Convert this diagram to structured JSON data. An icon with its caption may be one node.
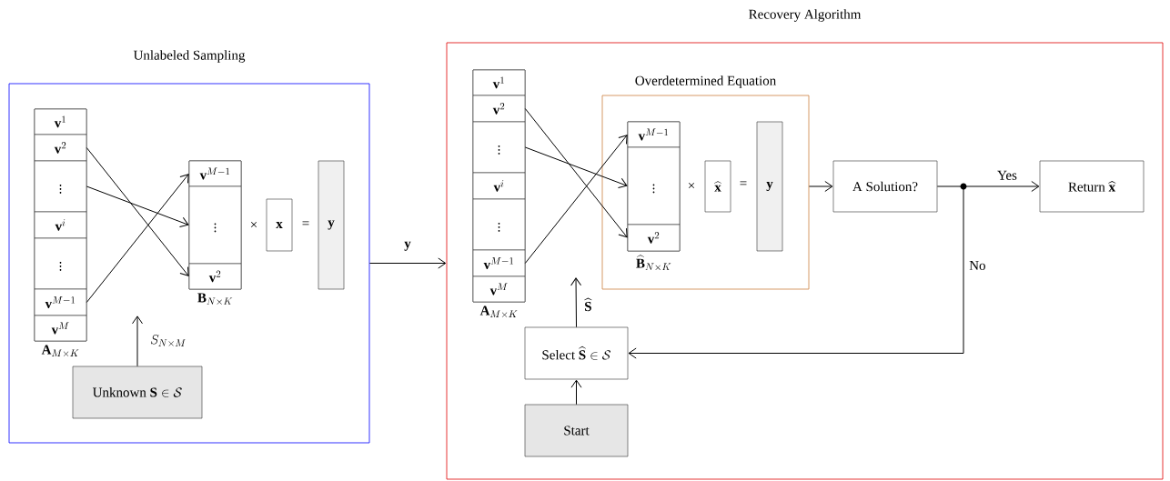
{
  "diagram": {
    "nodes": [
      {
        "text": [
          "Unlabeled Sampling"
        ]
      },
      {
        "text": [
          "\\mathbf{A}_{M\\times K}"
        ],
        "in": 0
      },
      {
        "text": [
          "\\mathbf{v}^{1}"
        ],
        "in": 1
      },
      {
        "text": [
          "\\mathbf{v}^{2}"
        ],
        "in": 1
      },
      {
        "text": [
          "\\vdots"
        ],
        "in": 1
      },
      {
        "text": [
          "\\mathbf{v}^{i}"
        ],
        "in": 1
      },
      {
        "text": [
          "\\vdots"
        ],
        "in": 1
      },
      {
        "text": [
          "\\mathbf{v}^{M-1}"
        ],
        "in": 1
      },
      {
        "text": [
          "\\mathbf{v}^{M}"
        ],
        "in": 1
      },
      {
        "text": [
          "\\mathbf{B}_{N\\times K}"
        ],
        "in": 0
      },
      {
        "text": [
          "\\mathbf{v}^{M-1}"
        ],
        "in": 9
      },
      {
        "text": [
          "\\vdots"
        ],
        "in": 9
      },
      {
        "text": [
          "\\mathbf{v}^{2}"
        ],
        "in": 9
      },
      {
        "text": [
          "\\mathbf{x}"
        ],
        "in": 0
      },
      {
        "text": [
          "\\mathbf{y}"
        ],
        "in": 0
      },
      {
        "text": [
          "\\text{Unknown }\\mathbf{S}\\in\\mathcal{S}"
        ],
        "in": 0
      },
      {
        "text": [
          "Recovery Algorithm"
        ]
      },
      {
        "text": [
          "\\mathbf{A}_{M\\times K}"
        ],
        "in": 16
      },
      {
        "text": [
          "\\mathbf{v}^{1}"
        ],
        "in": 17
      },
      {
        "text": [
          "\\mathbf{v}^{2}"
        ],
        "in": 17
      },
      {
        "text": [
          "\\vdots"
        ],
        "in": 17
      },
      {
        "text": [
          "\\mathbf{v}^{i}"
        ],
        "in": 17
      },
      {
        "text": [
          "\\vdots"
        ],
        "in": 17
      },
      {
        "text": [
          "\\mathbf{v}^{M-1}"
        ],
        "in": 17
      },
      {
        "text": [
          "\\mathbf{v}^{M}"
        ],
        "in": 17
      },
      {
        "text": [
          "Overdetermined Equation"
        ],
        "in": 16
      },
      {
        "text": [
          "\\widehat{\\mathbf{B}}_{N\\times K}"
        ],
        "in": 25
      },
      {
        "text": [
          "\\mathbf{v}^{M-1}"
        ],
        "in": 26
      },
      {
        "text": [
          "\\vdots"
        ],
        "in": 26
      },
      {
        "text": [
          "\\mathbf{v}^{2}"
        ],
        "in": 26
      },
      {
        "text": [
          "\\widehat{\\mathbf{x}}"
        ],
        "in": 25
      },
      {
        "text": [
          "\\mathbf{y}"
        ],
        "in": 25
      },
      {
        "text": [
          "A Solution?"
        ],
        "in": 16
      },
      {
        "text": [],
        "shape": "circle",
        "in": 16
      },
      {
        "text": [
          "\\text{Return }\\widehat{\\mathbf{x}}"
        ],
        "in": 16
      },
      {
        "text": [
          "\\text{Select }\\widehat{\\mathbf{S}}\\in\\mathcal{S}"
        ],
        "in": 16
      },
      {
        "text": [
          "Start"
        ],
        "in": 16
      }
    ],
    "edges": [
      {
        "from": 3,
        "to": 12,
        "arrow": "to"
      },
      {
        "from": 4,
        "to": 11,
        "arrow": "to"
      },
      {
        "from": 7,
        "to": 10,
        "arrow": "to"
      },
      {
        "from": 15,
        "to": null,
        "arrow": "to",
        "label": "S_{N\\times M}"
      },
      {
        "from": 0,
        "to": 16,
        "arrow": "to",
        "label": "\\mathbf{y}"
      },
      {
        "from": 19,
        "to": 29,
        "arrow": "to"
      },
      {
        "from": 20,
        "to": 28,
        "arrow": "to"
      },
      {
        "from": 23,
        "to": 27,
        "arrow": "to"
      },
      {
        "from": 25,
        "to": 32,
        "arrow": "to"
      },
      {
        "from": 32,
        "to": 33,
        "arrow": "none"
      },
      {
        "from": 33,
        "to": 34,
        "arrow": "to",
        "label": "Yes"
      },
      {
        "from": 33,
        "to": 35,
        "arrow": "to",
        "label": "No"
      },
      {
        "from": 36,
        "to": 35,
        "arrow": "to"
      },
      {
        "from": 35,
        "to": null,
        "arrow": "to",
        "label": "\\widehat{\\mathbf{S}}"
      }
    ],
    "labels": [
      "×",
      "=",
      "×",
      "="
    ]
  }
}
